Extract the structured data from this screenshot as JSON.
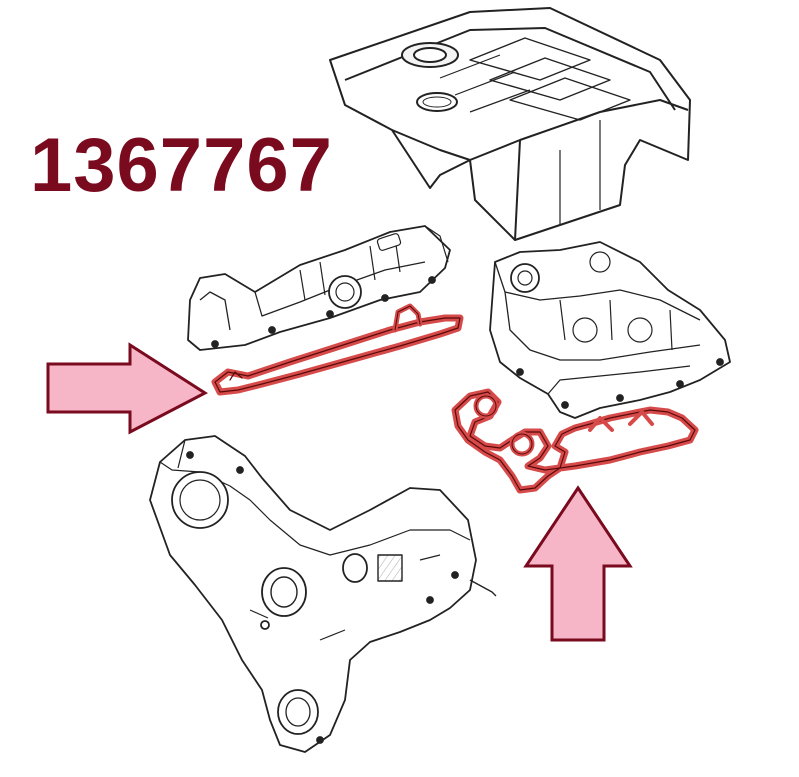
{
  "part_number": "1367767",
  "colors": {
    "part_number_text": "#7a0a1e",
    "gasket_highlight": "#d64a4a",
    "arrow_fill": "#f7b6c8",
    "arrow_outline": "#7a0a1e",
    "line_art": "#222222"
  },
  "parts": [
    {
      "name": "engine-cover",
      "icon": "engine-top-cover-drawing"
    },
    {
      "name": "left-valve-cover",
      "icon": "valve-cover-drawing"
    },
    {
      "name": "left-gasket",
      "icon": "gasket-highlighted"
    },
    {
      "name": "right-valve-cover",
      "icon": "valve-cover-drawing"
    },
    {
      "name": "right-gasket",
      "icon": "gasket-highlighted"
    },
    {
      "name": "timing-cover",
      "icon": "timing-cover-drawing"
    }
  ],
  "arrows": [
    {
      "name": "left-gasket-arrow",
      "direction": "right"
    },
    {
      "name": "right-gasket-arrow",
      "direction": "up"
    }
  ]
}
